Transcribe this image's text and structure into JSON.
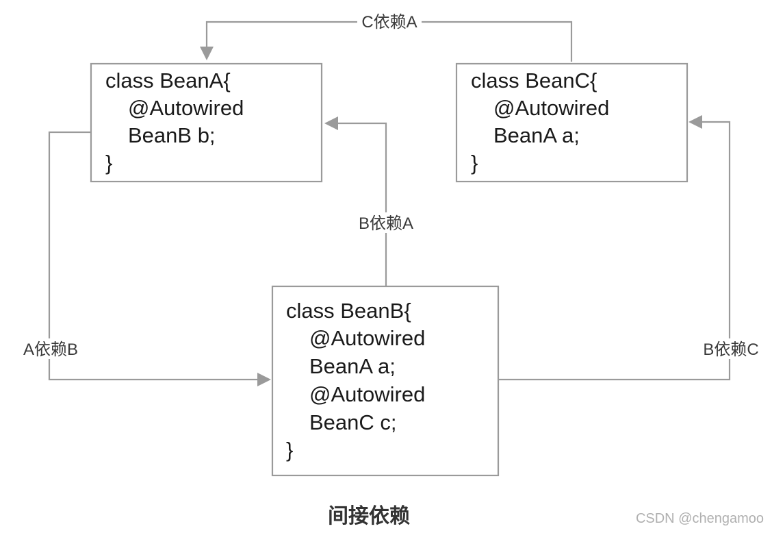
{
  "diagram": {
    "classes": {
      "bean_a": [
        "class BeanA{",
        "@Autowired",
        "BeanB b;",
        "}"
      ],
      "bean_c": [
        "class BeanC{",
        "@Autowired",
        "BeanA a;",
        "}"
      ],
      "bean_b": [
        "class BeanB{",
        "@Autowired",
        "BeanA a;",
        "@Autowired",
        "BeanC c;",
        "}"
      ]
    },
    "edges": {
      "c_to_a": "C依赖A",
      "b_to_a": "B依赖A",
      "a_to_b": "A依赖B",
      "b_to_c": "B依赖C"
    }
  },
  "caption": "间接依赖",
  "watermark": "CSDN @chengamoo"
}
